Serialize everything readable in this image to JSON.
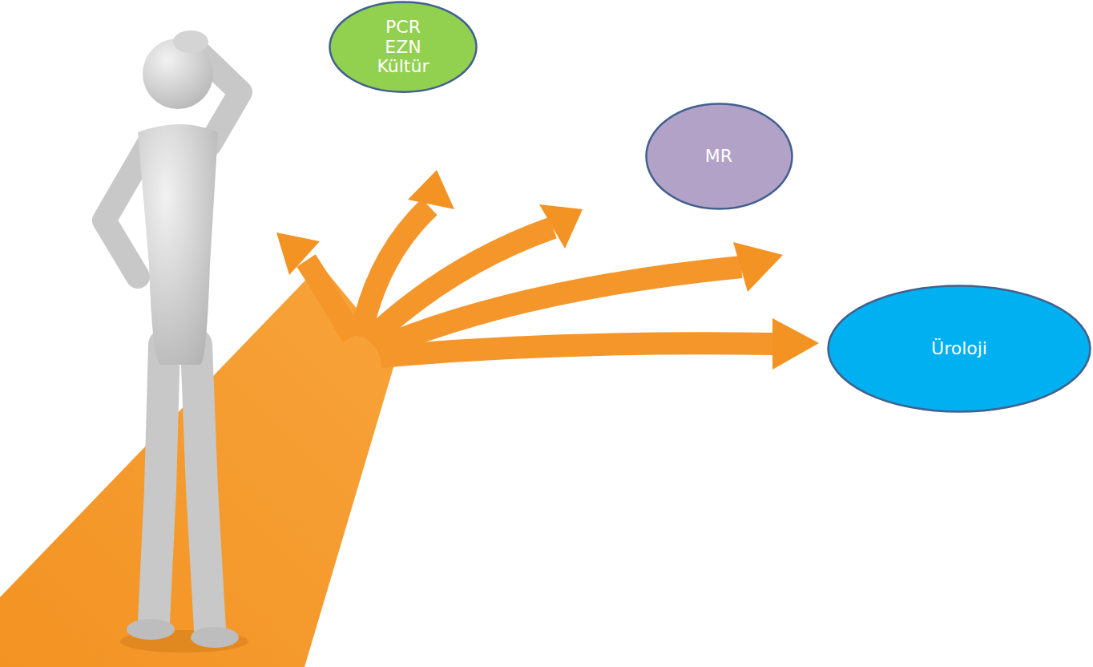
{
  "diagram": {
    "nodes": [
      {
        "text": [
          "PCR",
          "EZN",
          "Kültür"
        ]
      },
      {
        "text": [
          "MR"
        ]
      },
      {
        "text": [
          "Üroloji"
        ]
      }
    ]
  }
}
